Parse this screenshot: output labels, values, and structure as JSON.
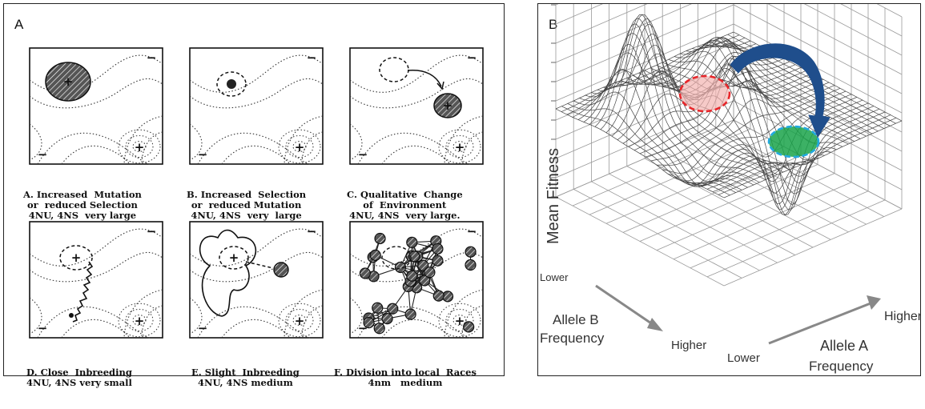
{
  "panel_a": {
    "letter": "A",
    "captions": [
      {
        "id": "A",
        "lines": [
          "A. Increased  Mutation",
          "or  reduced Selection",
          "4NU, 4NS  very large"
        ]
      },
      {
        "id": "B",
        "lines": [
          "B. Increased  Selection",
          "or  reduced Mutation",
          "4NU, 4NS  very  large"
        ]
      },
      {
        "id": "C",
        "lines": [
          "C. Qualitative  Change",
          "of  Environment",
          "4NU, 4NS  very large."
        ]
      },
      {
        "id": "D",
        "lines": [
          "D. Close  Inbreeding",
          "4NU, 4NS very small"
        ]
      },
      {
        "id": "E",
        "lines": [
          "E. Slight  Inbreeding",
          "4NU, 4NS medium"
        ]
      },
      {
        "id": "F",
        "lines": [
          "F. Division into local  Races",
          "4nm   medium"
        ]
      }
    ],
    "plus_sign": "+",
    "minus_sign": "−"
  },
  "panel_b": {
    "letter": "B",
    "z_label": "Mean Fitness",
    "left_axis_lower": "Lower",
    "left_axis_higher": "Higher",
    "left_axis_title_1": "Allele B",
    "left_axis_title_2": "Frequency",
    "right_axis_lower": "Lower",
    "right_axis_higher": "Higher",
    "right_axis_title_1": "Allele A",
    "right_axis_title_2": "Frequency",
    "colors": {
      "peak_highlight": "#e8262a",
      "peak_fill": "#f2b3b0",
      "target_highlight": "#22a9e0",
      "target_fill": "#1aa34a",
      "arrow": "#1f4e8c",
      "mesh": "#444444"
    }
  }
}
